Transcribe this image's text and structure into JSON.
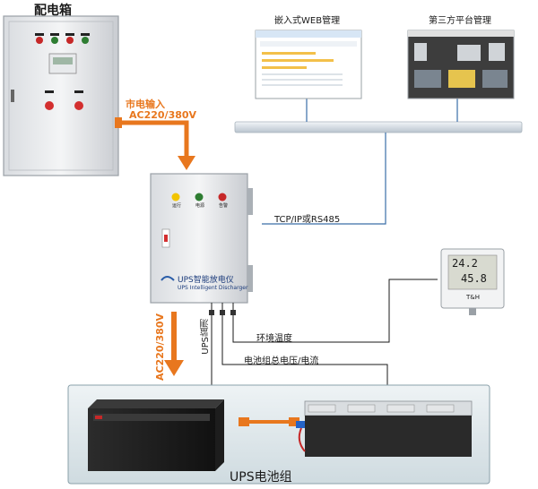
{
  "labels": {
    "distribution_box": "配电箱",
    "web_mgmt": "嵌入式WEB管理",
    "third_party": "第三方平台管理",
    "mains_input": "市电输入",
    "mains_spec": "AC220/380V",
    "output_spec": "AC220/380V",
    "tcp": "TCP/IP或RS485",
    "ups_monitor": "UPS监测",
    "env_temp": "环境温度",
    "battery_total": "电池组总电压/电流",
    "ups_battery": "UPS电池组"
  },
  "device": {
    "name_cn": "UPS智能放电仪",
    "name_en": "UPS Intelligent Discharger",
    "led_labels": [
      "运行",
      "电源",
      "告警"
    ]
  },
  "sensor": {
    "temp": "24.2",
    "humidity": "45.8",
    "brand": "T&H"
  },
  "colors": {
    "orange": "#e8771e",
    "line_blue": "#3a6ea8",
    "bus": "#cfd8e0"
  }
}
